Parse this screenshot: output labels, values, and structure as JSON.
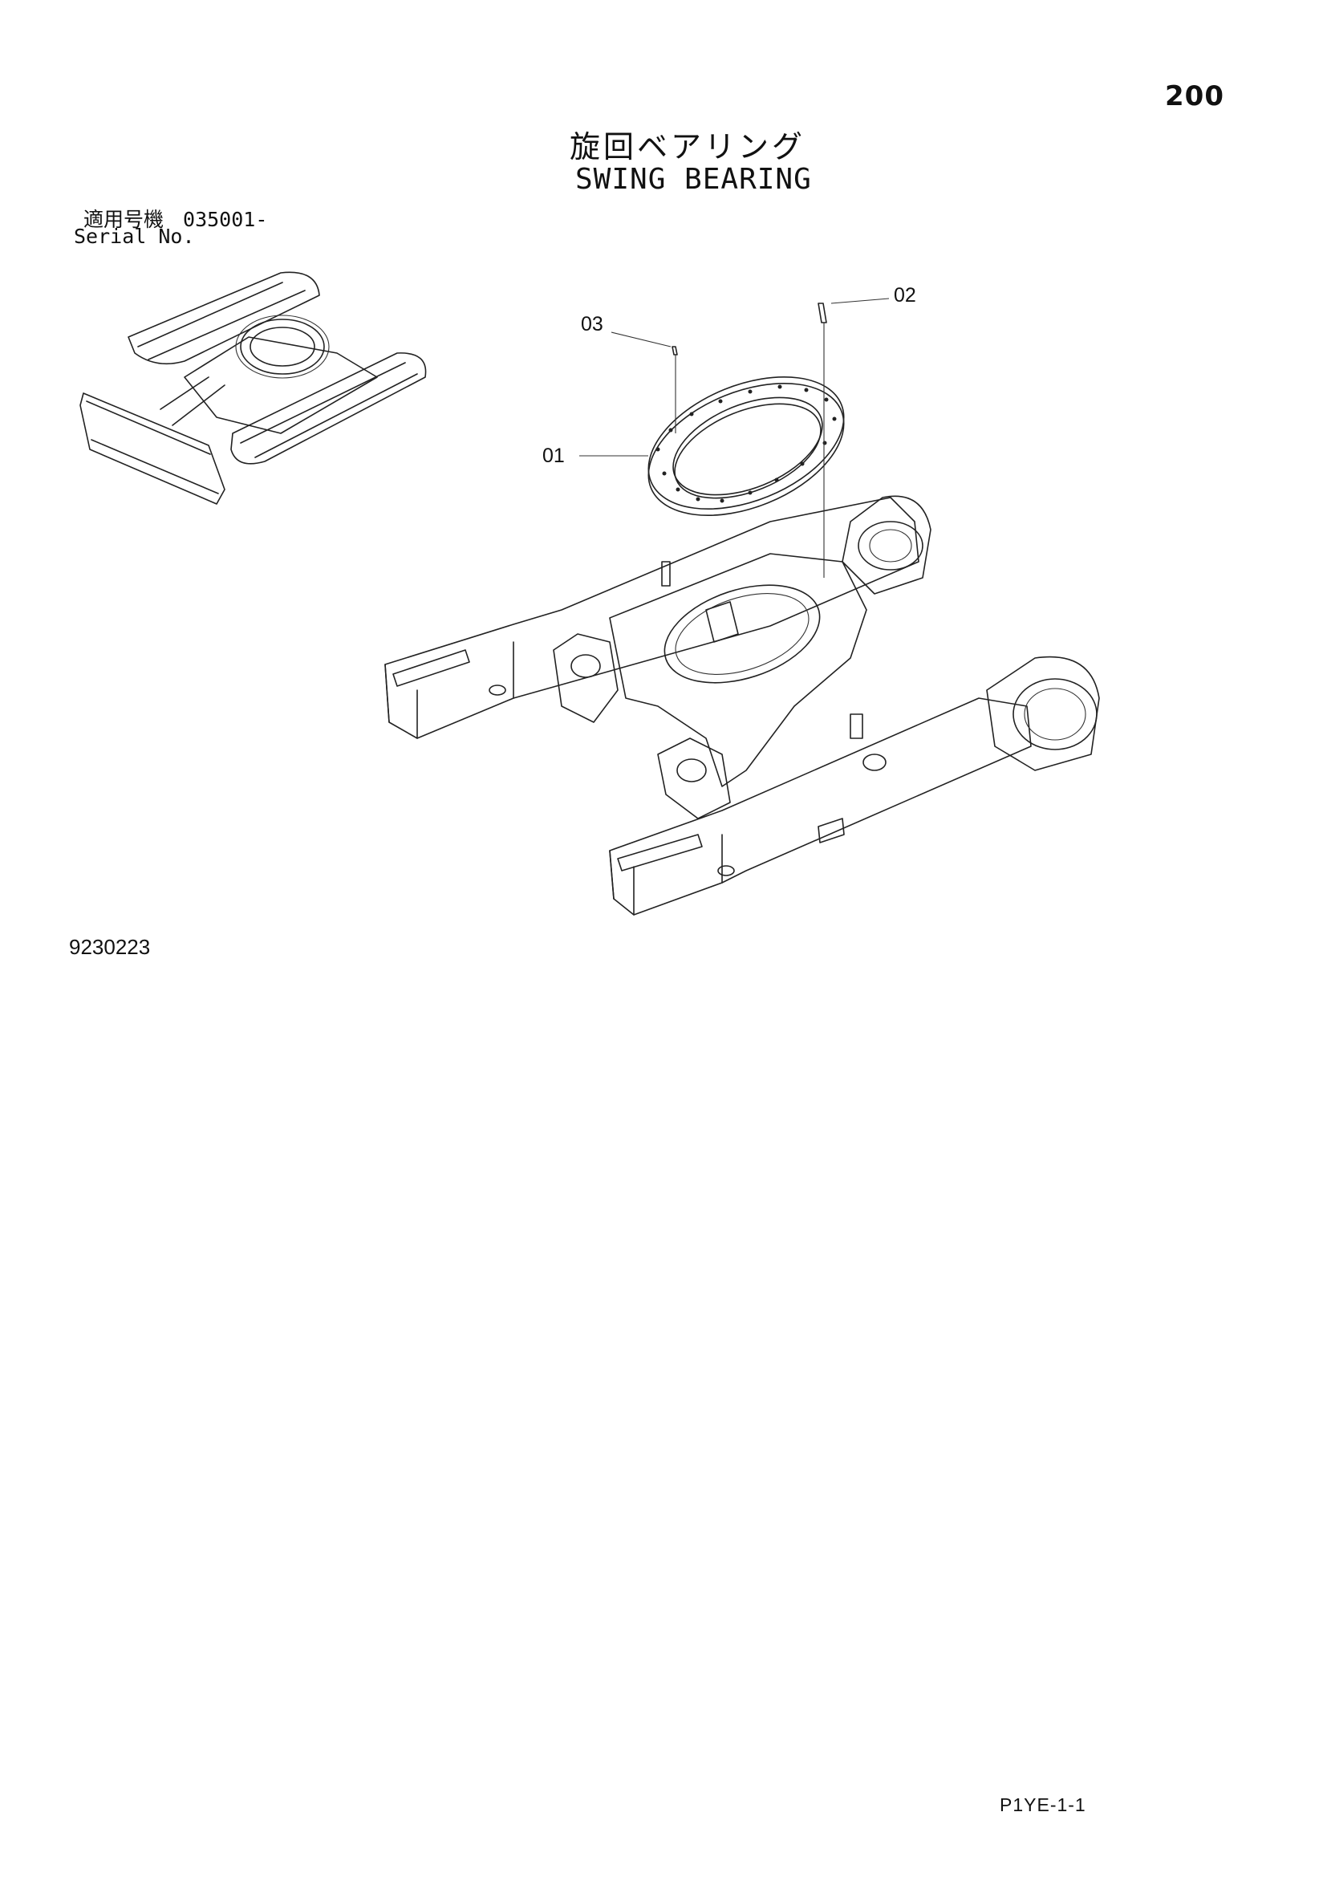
{
  "page": {
    "number": "200",
    "title_jp": "旋回ベアリング",
    "title_en": "SWING BEARING",
    "serial_label_jp": "適用号機",
    "serial_value": "035001-",
    "serial_label_en": "Serial No.",
    "drawing_number": "9230223",
    "page_code": "P1YE-1-1"
  },
  "callouts": [
    "01",
    "02",
    "03"
  ]
}
